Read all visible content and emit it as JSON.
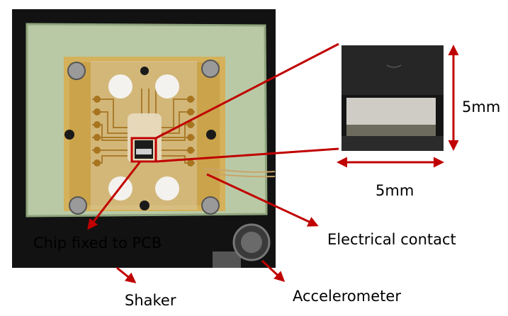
{
  "labels": {
    "dim_vertical": "5mm",
    "dim_horizontal": "5mm",
    "chip": "Chip fixed to PCB",
    "electrical": "Electrical contact",
    "shaker": "Shaker",
    "accelerometer": "Accelerometer"
  },
  "colors": {
    "arrow": "#c00000",
    "background": "#ffffff"
  }
}
